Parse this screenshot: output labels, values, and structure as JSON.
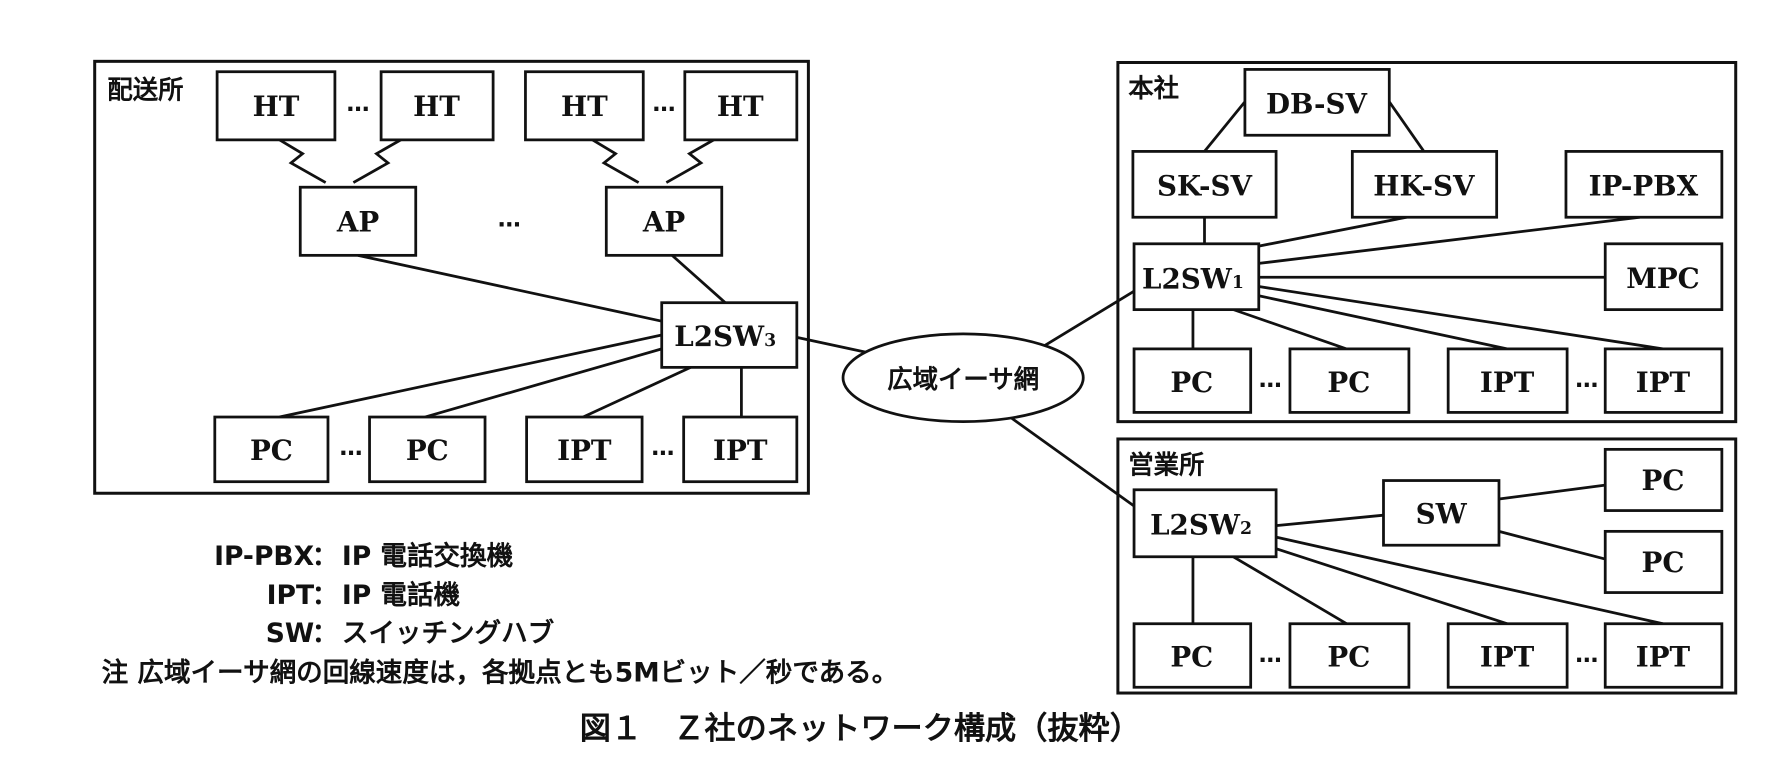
{
  "areas": {
    "haisosho": "配送所",
    "honsha": "本社",
    "eigyosho": "営業所"
  },
  "wan": "広域イーサ網",
  "nodes": {
    "ht": "HT",
    "ap": "AP",
    "l2sw_base": "L2SW",
    "l2sw1_sub": "1",
    "l2sw2_sub": "2",
    "l2sw3_sub": "3",
    "pc": "PC",
    "ipt": "IPT",
    "dbsv": "DB-SV",
    "sksv": "SK-SV",
    "hksv": "HK-SV",
    "ippbx": "IP-PBX",
    "mpc": "MPC",
    "sw": "SW"
  },
  "ellipsis": "…",
  "legend": [
    {
      "term": "IP-PBX",
      "sep": "：",
      "desc": "IP 電話交換機"
    },
    {
      "term": "IPT",
      "sep": "：",
      "desc": "IP 電話機"
    },
    {
      "term": "SW",
      "sep": "：",
      "desc": "スイッチングハブ"
    }
  ],
  "note": "注 広域イーサ網の回線速度は，各拠点とも5Mビット／秒である。",
  "caption": "図１　Ｚ社のネットワーク構成（抜粋）"
}
